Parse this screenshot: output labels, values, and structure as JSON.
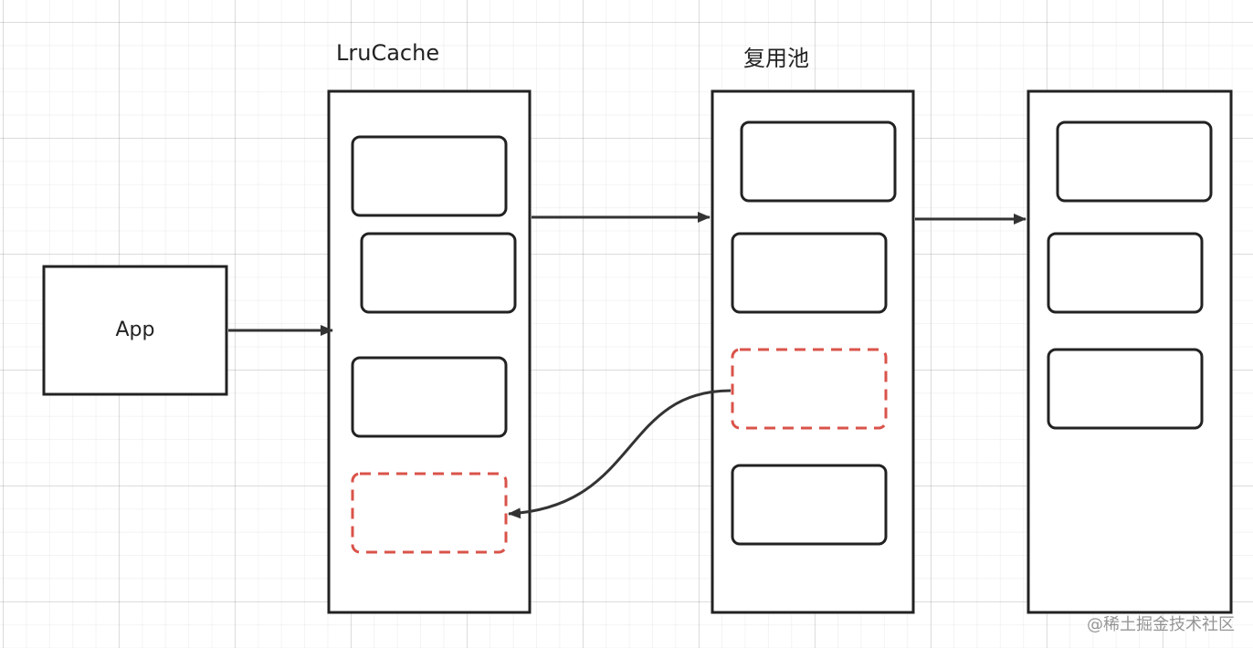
{
  "labels": {
    "app": "App",
    "lru_cache": "LruCache",
    "reuse_pool": "复用池"
  },
  "watermark": "@稀土掘金技术社区",
  "colors": {
    "stroke": "#222222",
    "dashed_slot": "#d9534a",
    "arrow": "#333333"
  }
}
